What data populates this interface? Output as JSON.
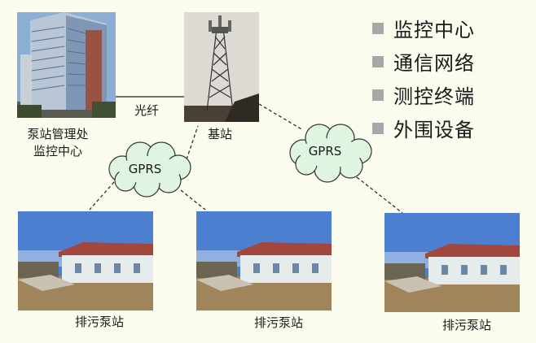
{
  "legend": {
    "items": [
      {
        "label": "监控中心"
      },
      {
        "label": "通信网络"
      },
      {
        "label": "测控终端"
      },
      {
        "label": "外围设备"
      }
    ]
  },
  "nodes": {
    "control_center": {
      "caption_line1": "泵站管理处",
      "caption_line2": "监控中心"
    },
    "base_station": {
      "caption": "基站"
    },
    "pump_stations": [
      {
        "caption": "排污泵站"
      },
      {
        "caption": "排污泵站"
      },
      {
        "caption": "排污泵站"
      }
    ]
  },
  "links": {
    "fiber_label": "光纤",
    "gprs_left": "GPRS",
    "gprs_right": "GPRS"
  },
  "colors": {
    "background": "#fbfcee",
    "cloud_fill": "#dff5e1",
    "legend_square": "#a8a8a8"
  }
}
